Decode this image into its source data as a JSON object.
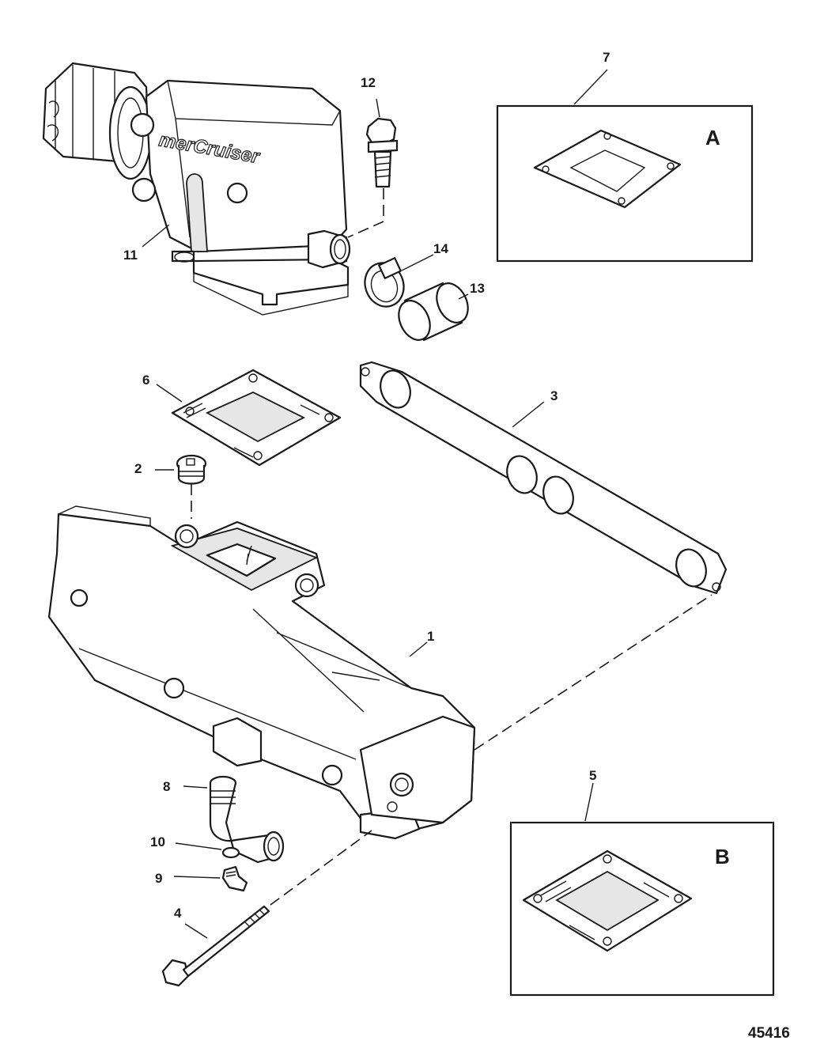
{
  "callouts": {
    "c1": "1",
    "c2": "2",
    "c3": "3",
    "c4": "4",
    "c5": "5",
    "c6": "6",
    "c7": "7",
    "c8": "8",
    "c9": "9",
    "c10": "10",
    "c11": "11",
    "c12": "12",
    "c13": "13",
    "c14": "14"
  },
  "inset_a": {
    "label": "A"
  },
  "inset_b": {
    "label": "B"
  },
  "logo_text": "merCruiser",
  "document_number": "45416"
}
